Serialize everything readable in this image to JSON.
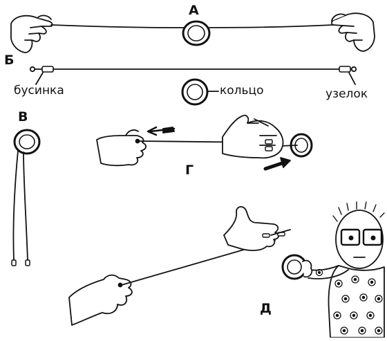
{
  "panels": {
    "a": {
      "letter": "А"
    },
    "b": {
      "letter": "Б",
      "bead_label": "бусинка",
      "ring_label": "кольцо",
      "knot_label": "узелок"
    },
    "v": {
      "letter": "В"
    },
    "g": {
      "letter": "Г"
    },
    "d": {
      "letter": "Д"
    }
  },
  "colors": {
    "ink": "#111111",
    "paper": "#ffffff"
  }
}
